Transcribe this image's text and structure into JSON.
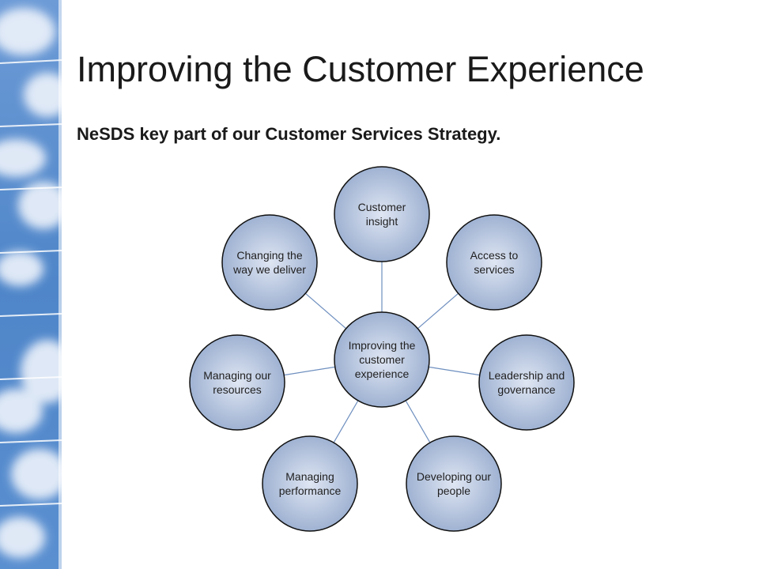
{
  "slide": {
    "title": "Improving the Customer Experience",
    "subtitle": "NeSDS key part of our Customer Services Strategy."
  },
  "diagram": {
    "center": {
      "id": "center",
      "lines": [
        "Improving the",
        "customer",
        "experience"
      ]
    },
    "nodes": [
      {
        "id": "customer-insight",
        "lines": [
          "Customer",
          "insight"
        ]
      },
      {
        "id": "access-to-services",
        "lines": [
          "Access to",
          "services"
        ]
      },
      {
        "id": "leadership-and-governance",
        "lines": [
          "Leadership and",
          "governance"
        ]
      },
      {
        "id": "developing-our-people",
        "lines": [
          "Developing our",
          "people"
        ]
      },
      {
        "id": "managing-performance",
        "lines": [
          "Managing",
          "performance"
        ]
      },
      {
        "id": "managing-our-resources",
        "lines": [
          "Managing our",
          "resources"
        ]
      },
      {
        "id": "changing-the-way-we-deliver",
        "lines": [
          "Changing the",
          "way we deliver"
        ]
      }
    ],
    "colors": {
      "circle_fill_light": "#dfe6f3",
      "circle_fill_dark": "#9fb2d2",
      "circle_stroke": "#111111",
      "connector": "#6e8fbf"
    }
  },
  "decor": {
    "sky_blue": "#4f86c9",
    "cloud_white": "#eef3fb"
  }
}
